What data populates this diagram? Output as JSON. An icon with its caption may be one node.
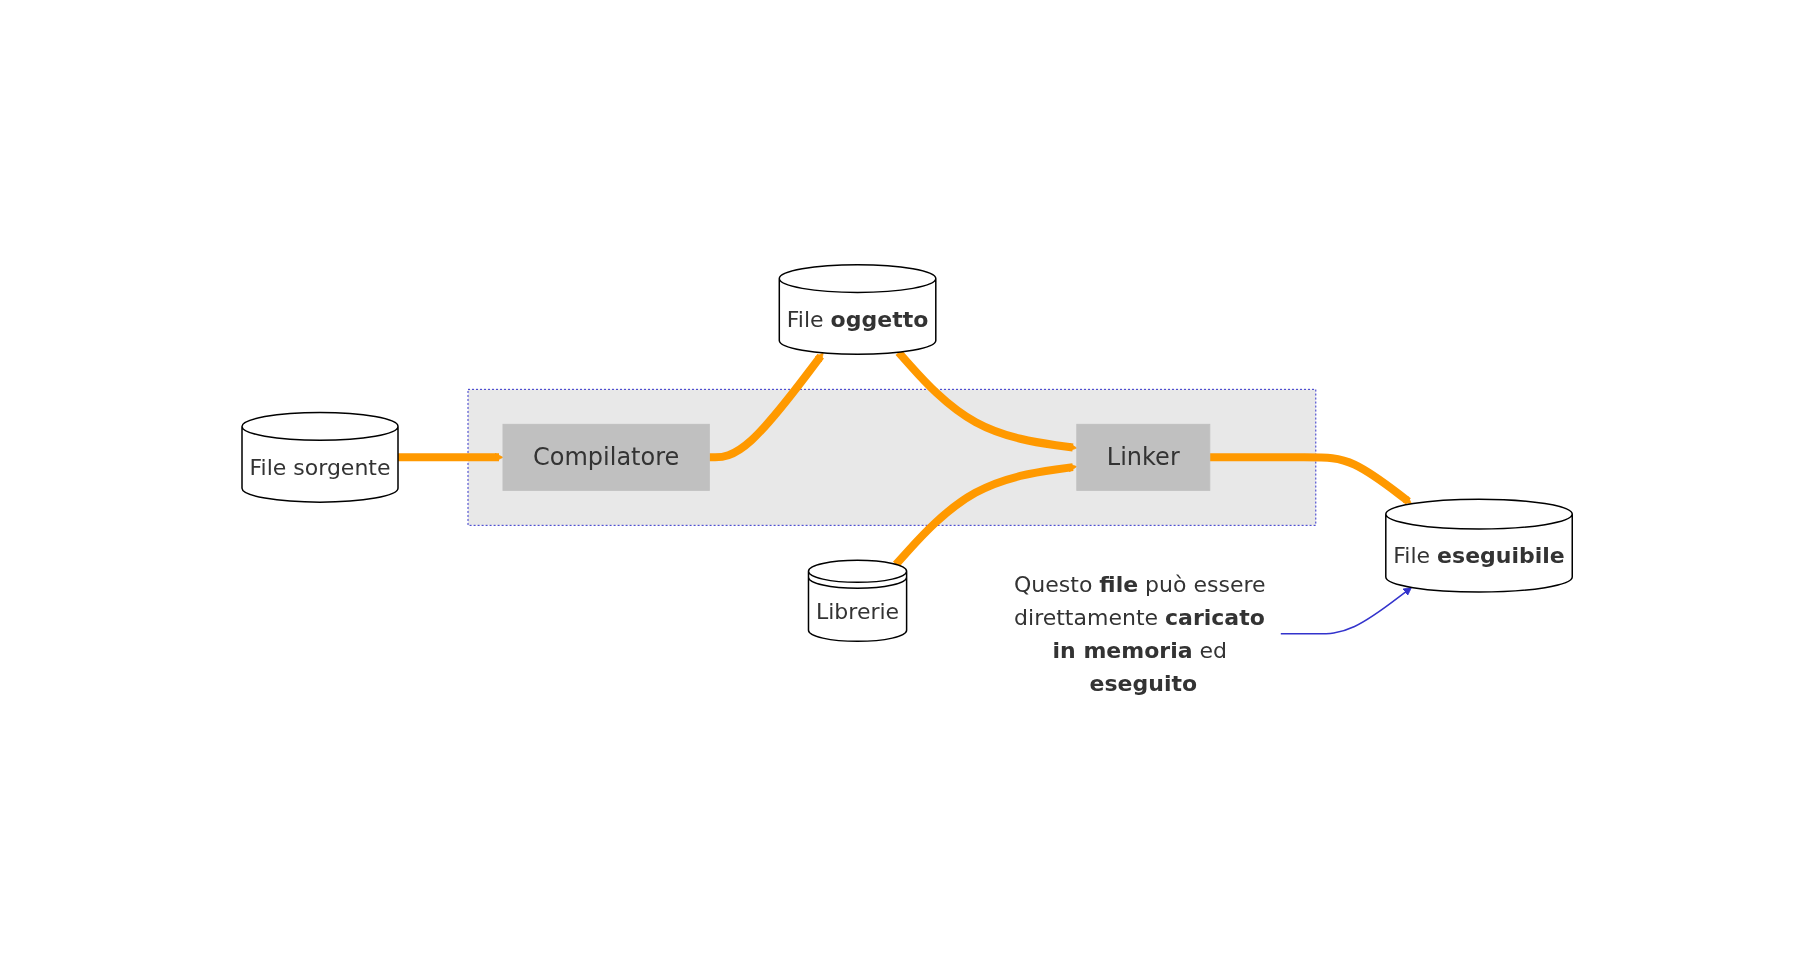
{
  "diagram": {
    "nodes": [
      {
        "text": [
          "File sorgente"
        ]
      },
      {
        "text": [],
        "shape": "cloud"
      },
      {
        "text": [
          "Compilatore"
        ],
        "in": 1
      },
      {
        "text": [
          "File **oggetto**"
        ]
      },
      {
        "text": [
          "Linker"
        ],
        "in": 1
      },
      {
        "text": [
          "Librerie"
        ]
      },
      {
        "text": [
          "File **eseguibile**"
        ]
      },
      {
        "text": [
          "Questo **file** può essere direttamente **caricato in memoria** ed **eseguito**"
        ]
      }
    ],
    "edges": [
      {
        "from": 0,
        "to": 2,
        "arrow": "to"
      },
      {
        "from": 2,
        "to": 3,
        "arrow": "to"
      },
      {
        "from": 3,
        "to": 4,
        "arrow": "to"
      },
      {
        "from": 5,
        "to": 4,
        "arrow": "to"
      },
      {
        "from": 4,
        "to": 6,
        "arrow": "to"
      },
      {
        "from": 7,
        "to": 6,
        "arrow": "to",
        "color": "#3333cc"
      }
    ]
  }
}
